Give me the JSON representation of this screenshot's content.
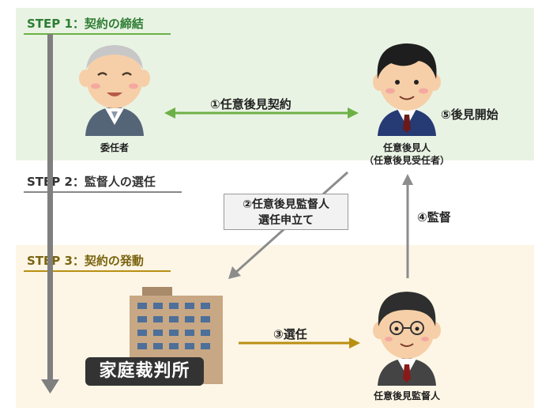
{
  "steps": [
    {
      "label": "STEP 1：契約の締結",
      "color": "#2e7d32"
    },
    {
      "label": "STEP 2：監督人の選任",
      "color": "#333333"
    },
    {
      "label": "STEP 3：契約の発動",
      "color": "#7a6410"
    }
  ],
  "people": {
    "principal": "委任者",
    "guardian_line1": "任意後見人",
    "guardian_line2": "（任意後見受任者）",
    "supervisor": "任意後見監督人"
  },
  "arrows": {
    "contract": "①任意後見契約",
    "petition_line1": "②任意後見監督人",
    "petition_line2": "選任申立て",
    "appoint": "③選任",
    "supervise": "④監督",
    "start": "⑤後見開始"
  },
  "court": "家庭裁判所",
  "colors": {
    "green": "#6db146",
    "gold": "#b98f12",
    "gray": "#7f7f7f"
  }
}
